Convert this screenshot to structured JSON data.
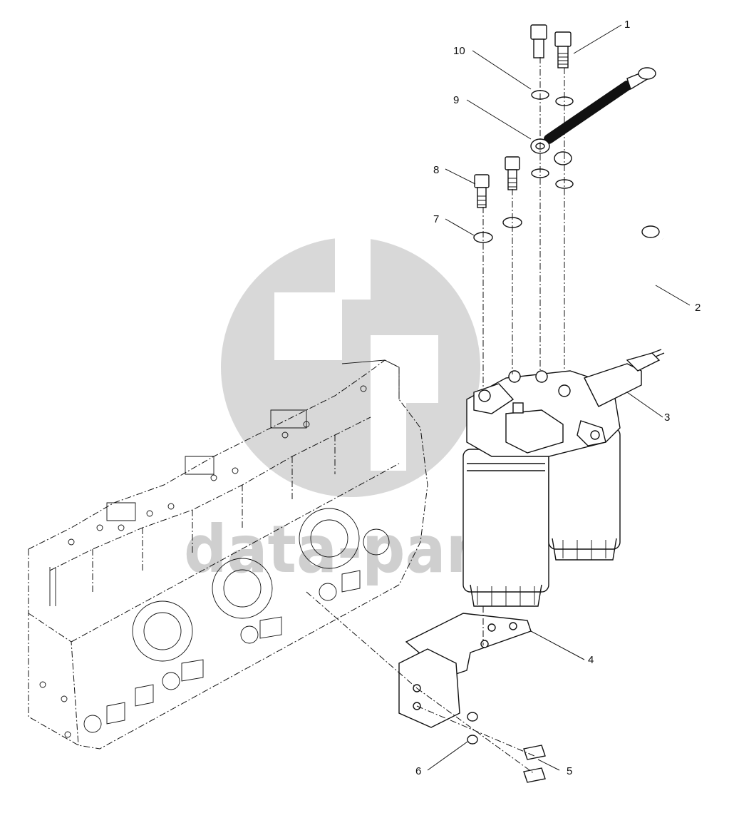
{
  "watermark": {
    "text": "data-parts",
    "color": "#cfcfcf"
  },
  "callouts": [
    {
      "id": "1",
      "label": "1"
    },
    {
      "id": "2",
      "label": "2"
    },
    {
      "id": "3",
      "label": "3"
    },
    {
      "id": "4",
      "label": "4"
    },
    {
      "id": "5",
      "label": "5"
    },
    {
      "id": "6",
      "label": "6"
    },
    {
      "id": "7",
      "label": "7"
    },
    {
      "id": "8",
      "label": "8"
    },
    {
      "id": "9",
      "label": "9"
    },
    {
      "id": "10",
      "label": "10"
    }
  ]
}
